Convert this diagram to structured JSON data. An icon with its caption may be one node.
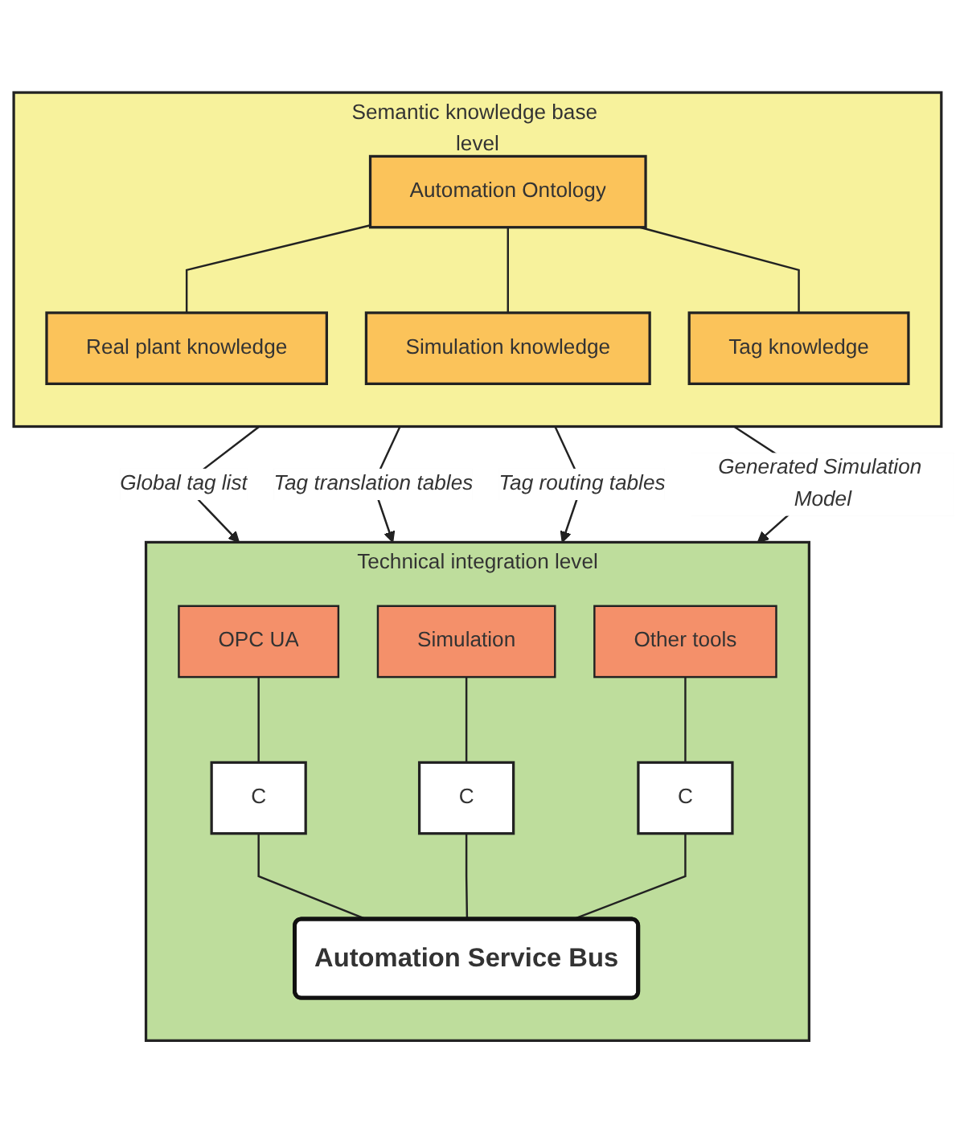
{
  "diagram": {
    "nodes": [
      {
        "text": [
          "Semantic knowledge base level"
        ]
      },
      {
        "text": [
          "Automation Ontology"
        ],
        "in": 0
      },
      {
        "text": [
          "Real plant knowledge"
        ],
        "in": 0
      },
      {
        "text": [
          "Simulation knowledge"
        ],
        "in": 0
      },
      {
        "text": [
          "Tag knowledge"
        ],
        "in": 0
      },
      {
        "text": [
          "Technical integration level"
        ]
      },
      {
        "text": [
          "OPC UA"
        ],
        "in": 5
      },
      {
        "text": [
          "Simulation"
        ],
        "in": 5
      },
      {
        "text": [
          "Other tools"
        ],
        "in": 5
      },
      {
        "text": [
          "C"
        ],
        "in": 5
      },
      {
        "text": [
          "C"
        ],
        "in": 5
      },
      {
        "text": [
          "C"
        ],
        "in": 5
      },
      {
        "text": [
          "Automation Service Bus"
        ],
        "in": 5
      }
    ],
    "edges": [
      {
        "from": 1,
        "to": 2,
        "arrow": "none"
      },
      {
        "from": 1,
        "to": 3,
        "arrow": "none"
      },
      {
        "from": 1,
        "to": 4,
        "arrow": "none"
      },
      {
        "from": 0,
        "to": 5,
        "arrow": "to",
        "label": "Global tag list"
      },
      {
        "from": 0,
        "to": 5,
        "arrow": "to",
        "label": "Tag translation tables"
      },
      {
        "from": 0,
        "to": 5,
        "arrow": "to",
        "label": "Tag routing tables"
      },
      {
        "from": 0,
        "to": 5,
        "arrow": "to",
        "label": "Generated Simulation Model"
      },
      {
        "from": 6,
        "to": 9,
        "arrow": "none"
      },
      {
        "from": 7,
        "to": 10,
        "arrow": "none"
      },
      {
        "from": 8,
        "to": 11,
        "arrow": "none"
      },
      {
        "from": 9,
        "to": 12,
        "arrow": "none"
      },
      {
        "from": 10,
        "to": 12,
        "arrow": "none"
      },
      {
        "from": 11,
        "to": 12,
        "arrow": "none"
      }
    ]
  }
}
